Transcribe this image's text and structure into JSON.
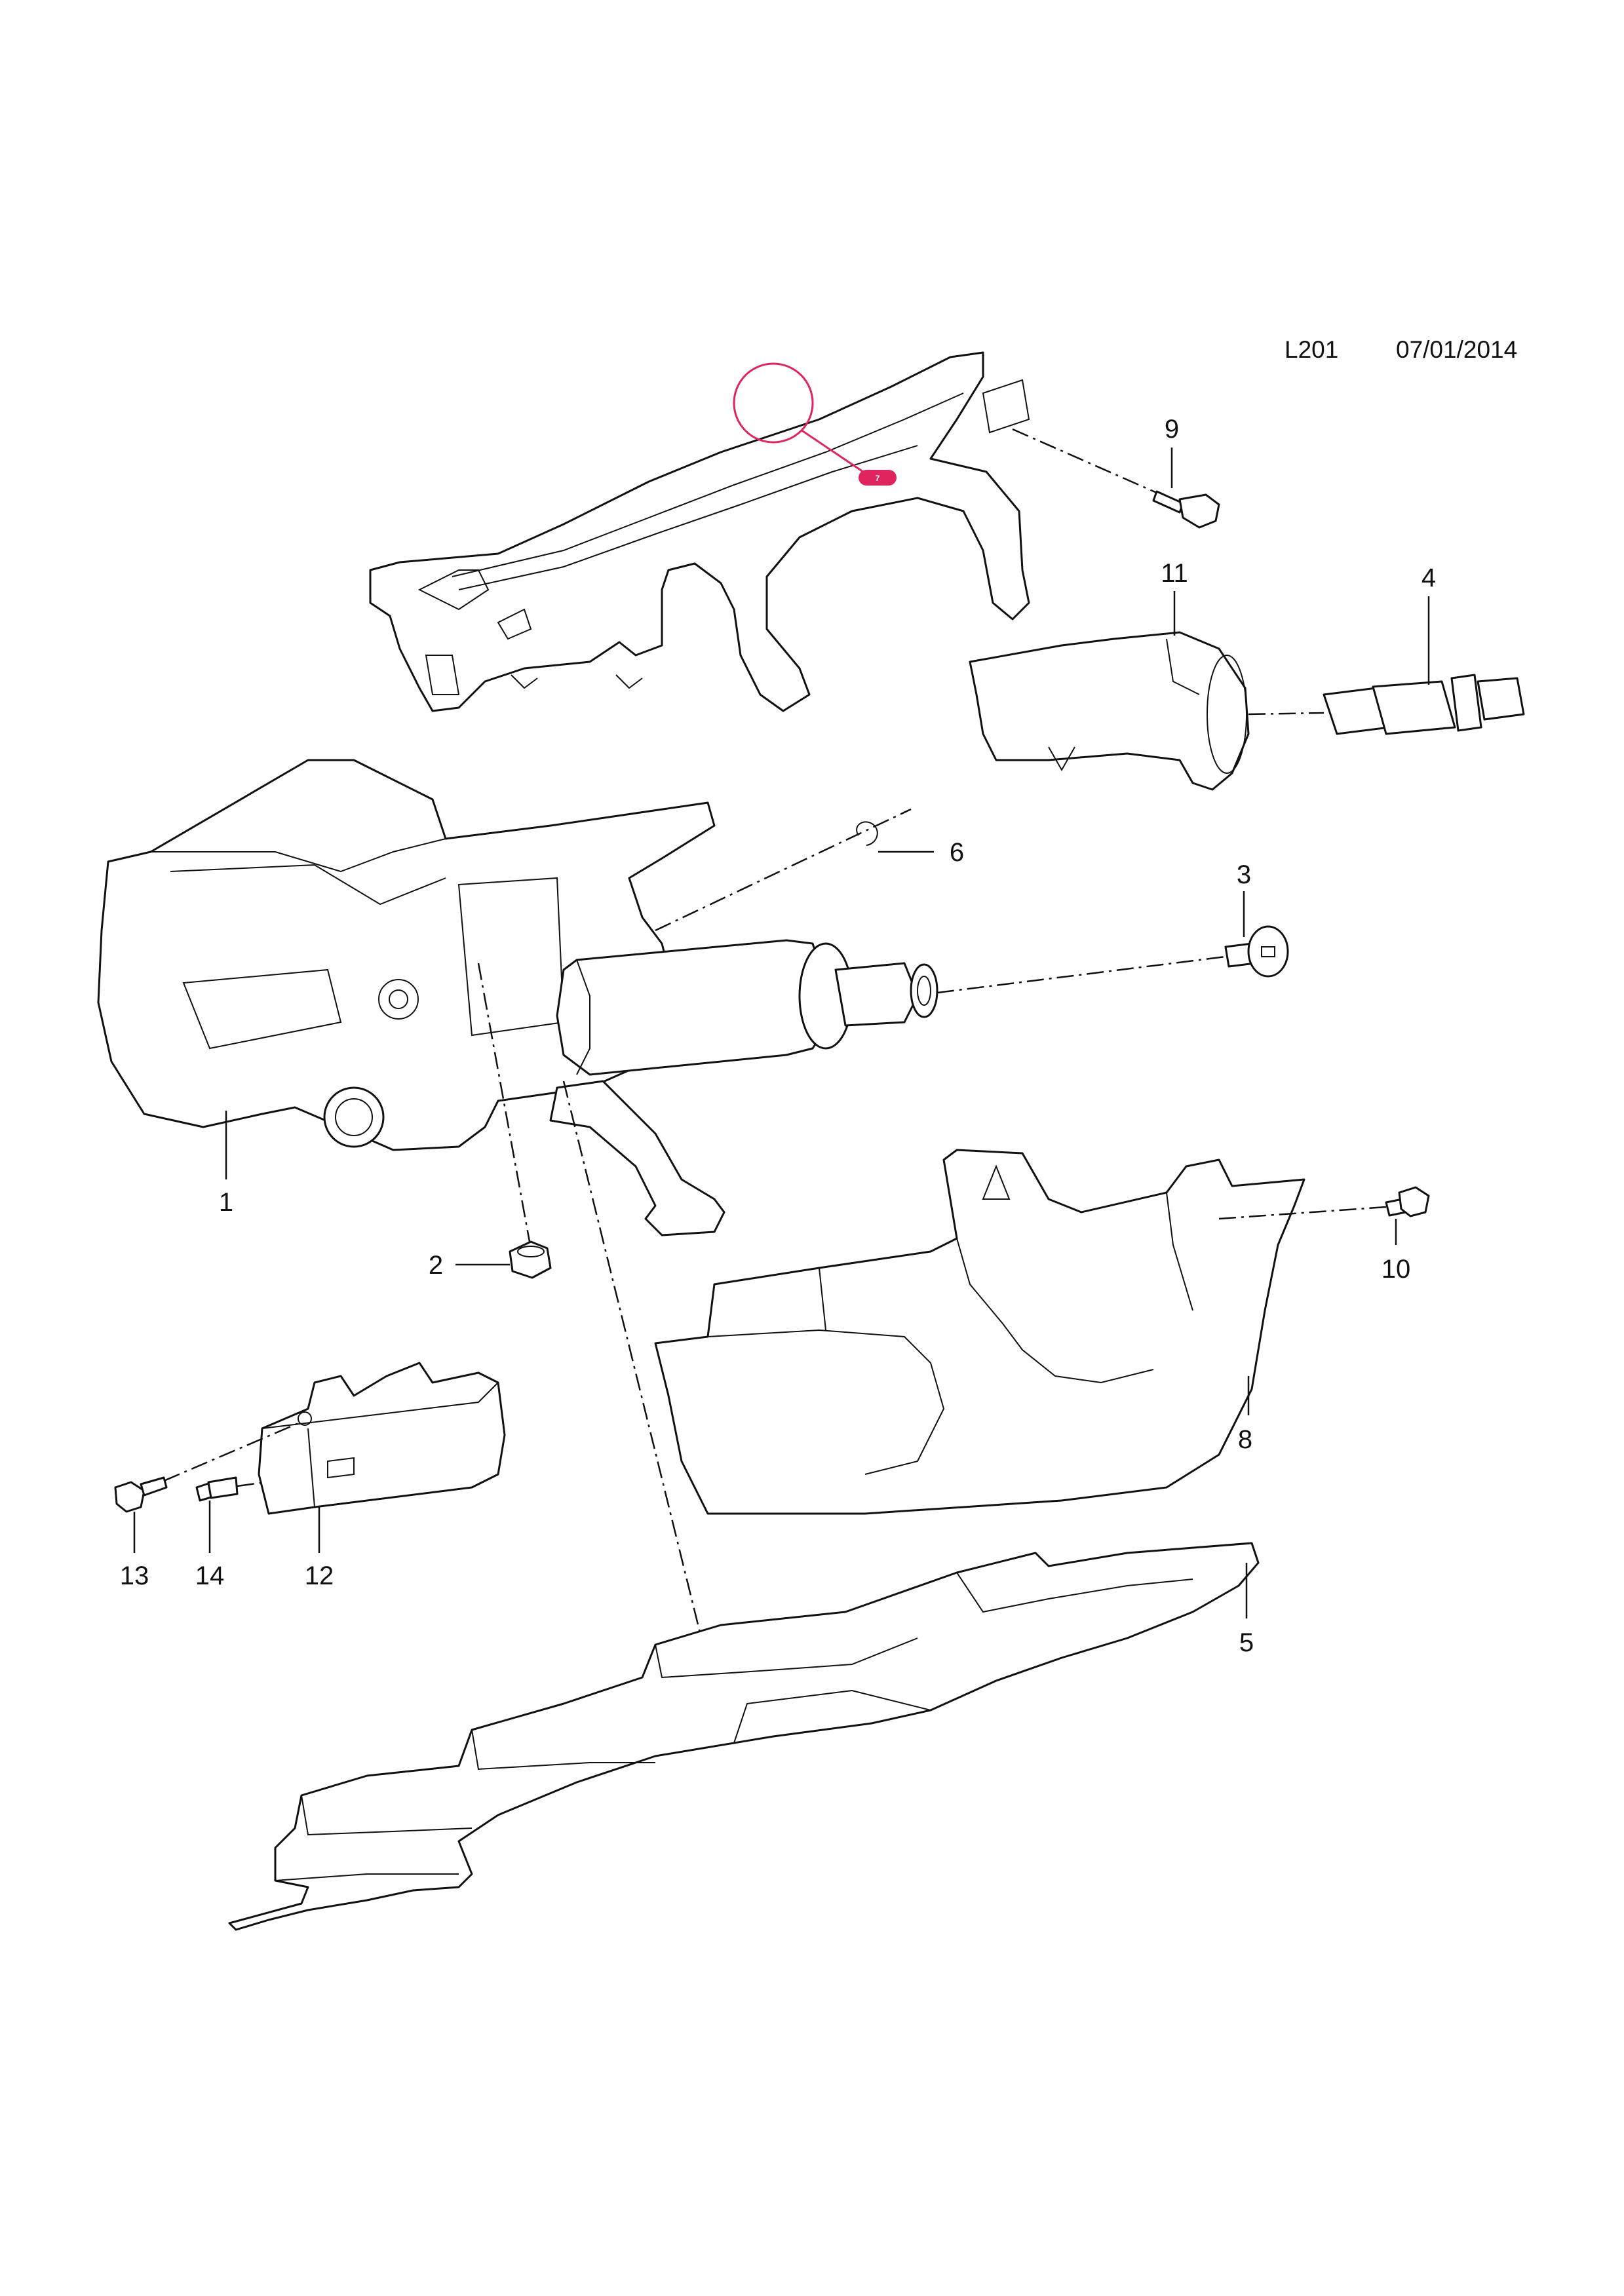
{
  "header": {
    "code": "L201",
    "date": "07/01/2014"
  },
  "callouts": {
    "c1": "1",
    "c2": "2",
    "c3": "3",
    "c4": "4",
    "c5": "5",
    "c6": "6",
    "c8": "8",
    "c9": "9",
    "c10": "10",
    "c11": "11",
    "c12": "12",
    "c13": "13",
    "c14": "14"
  },
  "highlight": {
    "marker_label": "7",
    "color": "#e0245e"
  }
}
